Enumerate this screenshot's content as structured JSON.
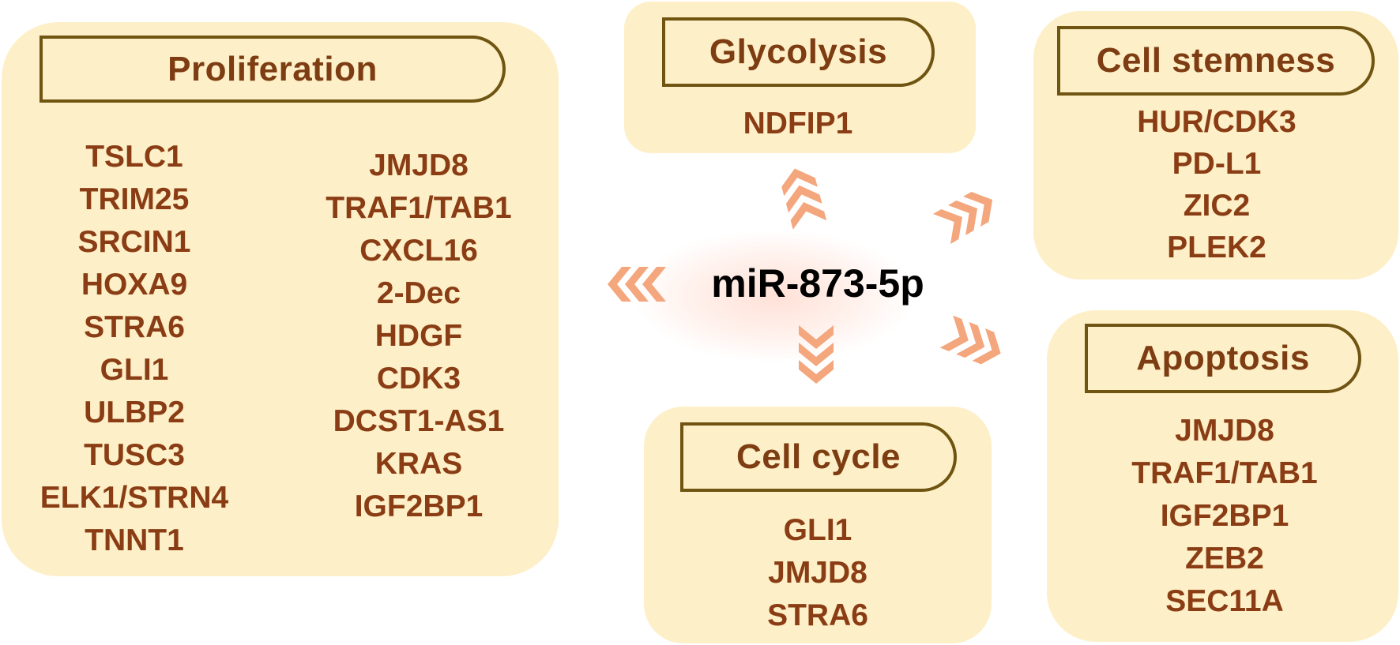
{
  "center": {
    "label": "miR-873-5p"
  },
  "proliferation": {
    "title": "Proliferation",
    "col1": [
      "TSLC1",
      "TRIM25",
      "SRCIN1",
      "HOXA9",
      "STRA6",
      "GLI1",
      "ULBP2",
      "TUSC3",
      "ELK1/STRN4",
      "TNNT1"
    ],
    "col2": [
      "JMJD8",
      "TRAF1/TAB1",
      "CXCL16",
      "2-Dec",
      "HDGF",
      "CDK3",
      "DCST1-AS1",
      "KRAS",
      "IGF2BP1"
    ]
  },
  "glycolysis": {
    "title": "Glycolysis",
    "items": [
      "NDFIP1"
    ]
  },
  "cell_stemness": {
    "title": "Cell stemness",
    "items": [
      "HUR/CDK3",
      "PD-L1",
      "ZIC2",
      "PLEK2"
    ]
  },
  "cell_cycle": {
    "title": "Cell cycle",
    "items": [
      "GLI1",
      "JMJD8",
      "STRA6"
    ]
  },
  "apoptosis": {
    "title": "Apoptosis",
    "items": [
      "JMJD8",
      "TRAF1/TAB1",
      "IGF2BP1",
      "ZEB2",
      "SEC11A"
    ]
  },
  "colors": {
    "panel": "#fdefc7",
    "tab_border": "#6f5412",
    "text": "#8a3d14",
    "arrow": "#f4a67d"
  }
}
